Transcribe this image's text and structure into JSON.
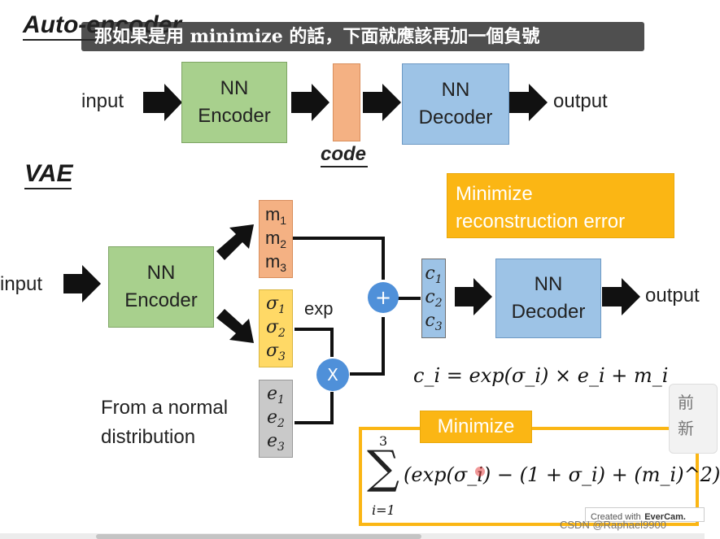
{
  "subtitle_overlay": "那如果是用 minimize 的話，下面就應該再加一個負號",
  "ae": {
    "title": "Auto-encoder",
    "input": "input",
    "encoder": {
      "line1": "NN",
      "line2": "Encoder"
    },
    "code": "code",
    "decoder": {
      "line1": "NN",
      "line2": "Decoder"
    },
    "output": "output"
  },
  "vae": {
    "title": "VAE",
    "input": "input",
    "encoder": {
      "line1": "NN",
      "line2": "Encoder"
    },
    "m": {
      "var": "m",
      "subs": [
        "1",
        "2",
        "3"
      ]
    },
    "sigma": {
      "var": "σ",
      "subs": [
        "1",
        "2",
        "3"
      ]
    },
    "e": {
      "var": "e",
      "subs": [
        "1",
        "2",
        "3"
      ]
    },
    "c": {
      "var": "c",
      "subs": [
        "1",
        "2",
        "3"
      ]
    },
    "exp_label": "exp",
    "plus": "+",
    "times": "X",
    "normal_label": {
      "line1": "From a normal",
      "line2": "distribution"
    },
    "decoder": {
      "line1": "NN",
      "line2": "Decoder"
    },
    "output": "output",
    "recon_banner": {
      "line1": "Minimize",
      "line2": "reconstruction error"
    },
    "formula": "c_i = exp(σ_i) × e_i + m_i",
    "minimize_label": "Minimize",
    "sum_upper": "3",
    "sum_lower": "i=1",
    "sum_expression": "(exp(σ_i) − (1 + σ_i) + (m_i)^2)"
  },
  "side_panel": {
    "line1": "前",
    "line2": "新"
  },
  "watermark": {
    "csdn": "CSDN @Raphael9900",
    "evercam_prefix": "Created with",
    "evercam_brand": "EverCam."
  },
  "colors": {
    "encoder_green": "#a8d08d",
    "decoder_blue": "#9dc3e6",
    "code_orange": "#f4b183",
    "banner_yellow": "#fbb614",
    "op_circle_blue": "#4f90d9"
  }
}
